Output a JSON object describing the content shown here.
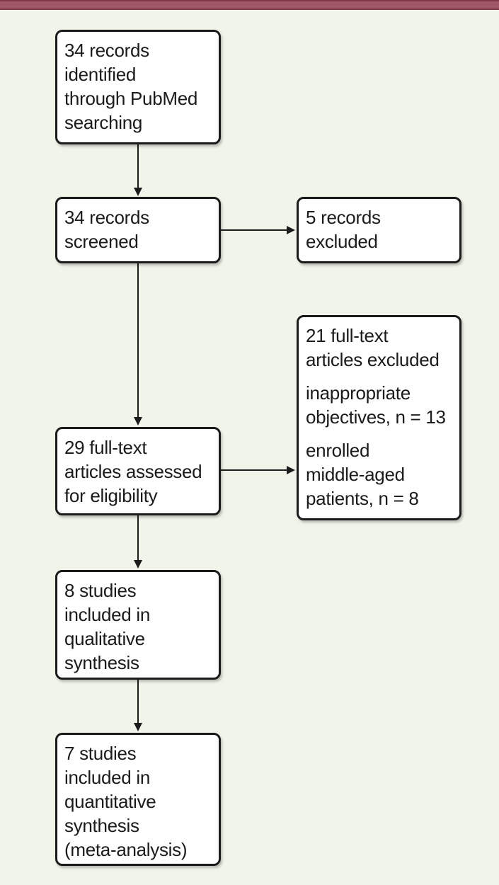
{
  "figure": {
    "background_color": "#f1f5e9",
    "accent_bar_color": "#a05866",
    "box_border_color": "#1a1a1a"
  },
  "flow": {
    "identified": {
      "text": "34 records\nidentified\nthrough PubMed\nsearching"
    },
    "screened": {
      "text": "34 records\nscreened"
    },
    "records_excluded": {
      "text": "5 records\nexcluded"
    },
    "fulltext_assessed": {
      "text": "29 full-text\narticles assessed\nfor eligibility"
    },
    "fulltext_excluded": {
      "title": "21 full-text\narticles excluded",
      "reason_objectives": "inappropriate\nobjectives, n = 13",
      "reason_middle_aged": "enrolled\nmiddle-aged\npatients, n = 8"
    },
    "qualitative": {
      "text": "8 studies\nincluded in\nqualitative\nsynthesis"
    },
    "quantitative": {
      "text": "7 studies\nincluded in\nquantitative\nsynthesis\n(meta-analysis)"
    }
  }
}
